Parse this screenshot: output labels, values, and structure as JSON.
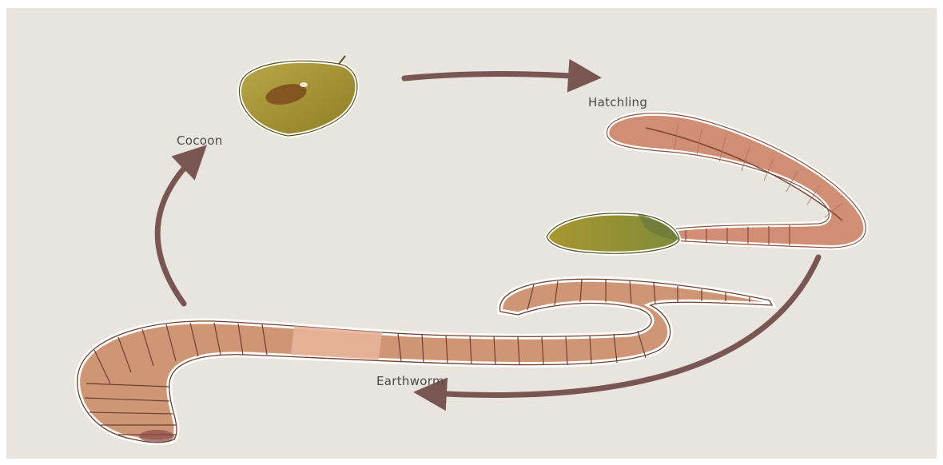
{
  "diagram": {
    "stages": {
      "cocoon": "Cocoon",
      "hatchling": "Hatchling",
      "earthworm": "Earthworm"
    }
  },
  "colors": {
    "background": "#e8e5de",
    "arrow": "#7a5653",
    "worm_body": "#cf9676",
    "worm_band": "#e6b39a",
    "cocoon_fill": "#a3922f",
    "hatchling_body": "#d08e74"
  }
}
